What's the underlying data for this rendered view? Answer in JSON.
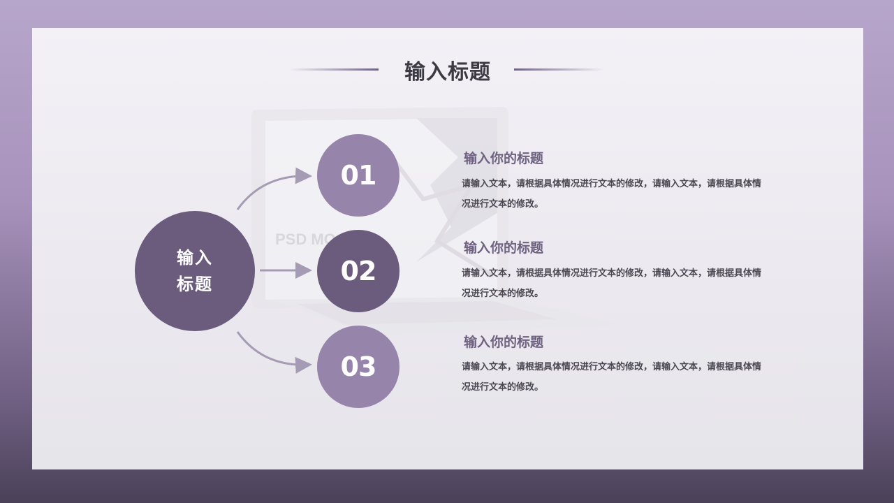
{
  "slide": {
    "title": "输入标题",
    "hub": {
      "line1": "输入",
      "line2": "标题"
    },
    "items": [
      {
        "number": "01",
        "title": "输入你的标题",
        "text": "请输入文本，请根据具体情况进行文本的修改，请输入文本，请根据具体情况进行文本的修改。"
      },
      {
        "number": "02",
        "title": "输入你的标题",
        "text": "请输入文本，请根据具体情况进行文本的修改，请输入文本，请根据具体情况进行文本的修改。"
      },
      {
        "number": "03",
        "title": "输入你的标题",
        "text": "请输入文本，请根据具体情况进行文本的修改，请输入文本，请根据具体情况进行文本的修改。"
      }
    ]
  },
  "background_image": {
    "laptop_screen_text": "PSD MO"
  },
  "colors": {
    "light_circle": "#9784ab",
    "dark_circle": "#6b5c7d",
    "title_text": "#3c3a42",
    "item_title": "#6f6281"
  }
}
